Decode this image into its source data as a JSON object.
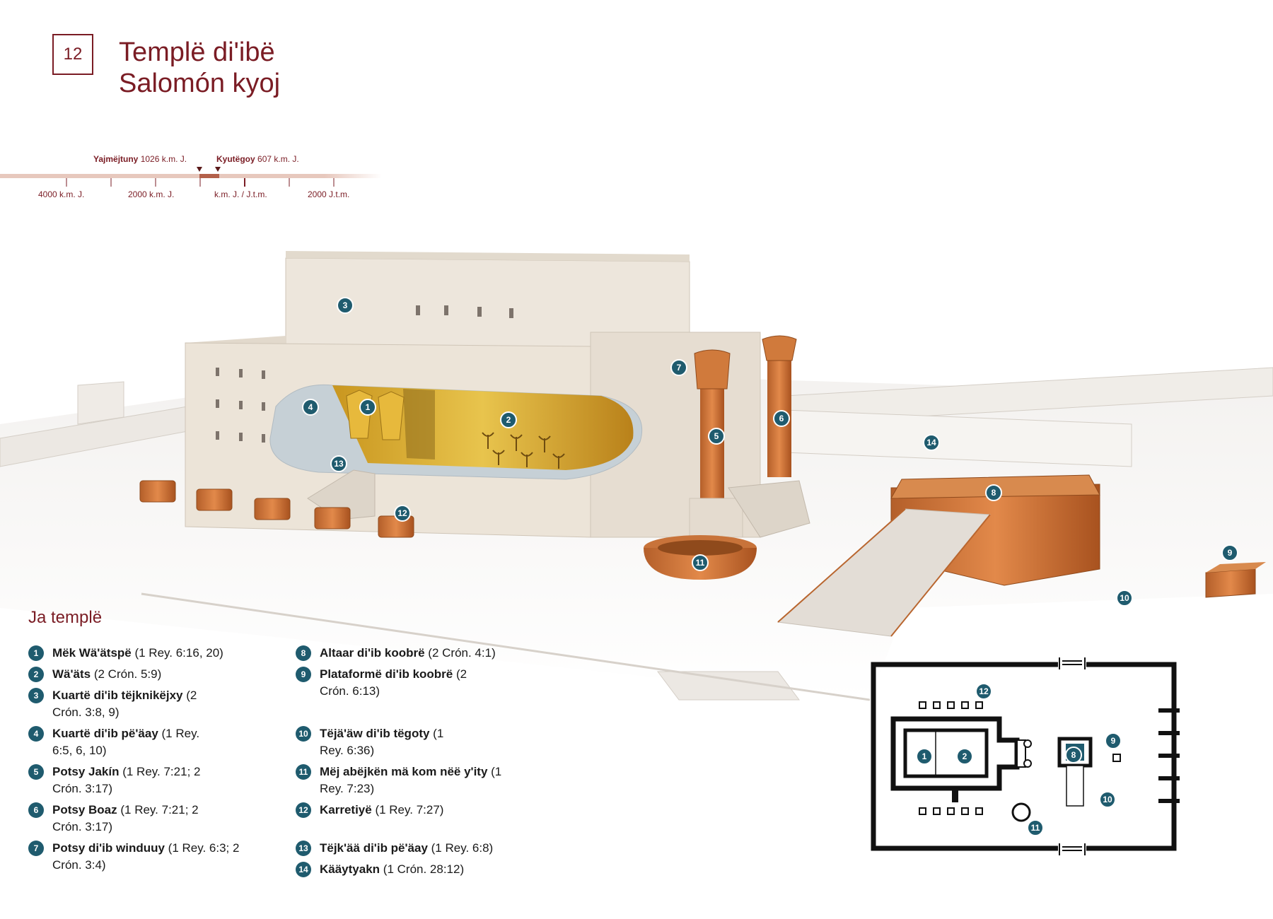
{
  "header": {
    "number": "12",
    "title_line1": "Templë di'ibë",
    "title_line2": "Salomón kyoj"
  },
  "timeline": {
    "event1_name": "Yajmëjtuny",
    "event1_date": "1026 k.m. J.",
    "event2_name": "Kyutëgoy",
    "event2_date": "607 k.m. J.",
    "ticks": [
      "4000 k.m. J.",
      "2000 k.m. J.",
      "k.m. J. / J.t.m.",
      "2000 J.t.m."
    ]
  },
  "diagram_badges": [
    "1",
    "2",
    "3",
    "4",
    "5",
    "6",
    "7",
    "8",
    "9",
    "10",
    "11",
    "12",
    "13",
    "14"
  ],
  "legend": {
    "title": "Ja templë",
    "items": [
      {
        "num": "1",
        "name": "Mëk Wä'ätspë",
        "ref": " (1 Rey. 6:16, 20)"
      },
      {
        "num": "2",
        "name": "Wä'äts",
        "ref": " (2 Crón. 5:9)"
      },
      {
        "num": "3",
        "name": "Kuartë di'ib tëjknikëjxy",
        "ref": " (2 Crón. 3:8, 9)"
      },
      {
        "num": "4",
        "name": "Kuartë di'ib pë'äay",
        "ref": " (1 Rey. 6:5, 6, 10)"
      },
      {
        "num": "5",
        "name": "Potsy Jakín",
        "ref": " (1 Rey. 7:21; 2 Crón. 3:17)"
      },
      {
        "num": "6",
        "name": "Potsy Boaz",
        "ref": " (1 Rey. 7:21; 2 Crón. 3:17)"
      },
      {
        "num": "7",
        "name": "Potsy di'ib winduuy",
        "ref": " (1 Rey. 6:3; 2 Crón. 3:4)"
      },
      {
        "num": "8",
        "name": "Altaar di'ib koobrë",
        "ref": " (2 Crón. 4:1)"
      },
      {
        "num": "9",
        "name": "Plataformë di'ib koobrë",
        "ref": " (2 Crón. 6:13)"
      },
      {
        "num": "10",
        "name": "Tëjä'äw di'ib tëgoty",
        "ref": " (1 Rey. 6:36)"
      },
      {
        "num": "11",
        "name": "Mëj abëjkën mä kom nëë y'ity",
        "ref": " (1 Rey. 7:23)"
      },
      {
        "num": "12",
        "name": "Karretiyë",
        "ref": " (1 Rey. 7:27)"
      },
      {
        "num": "13",
        "name": "Tëjk'ää di'ib pë'äay",
        "ref": " (1 Rey. 6:8)"
      },
      {
        "num": "14",
        "name": "Kääytyakn",
        "ref": " (1 Crón. 28:12)"
      }
    ]
  },
  "colors": {
    "accent": "#7a1c24",
    "badge": "#1f5b6e",
    "copper": "#c8733a"
  }
}
